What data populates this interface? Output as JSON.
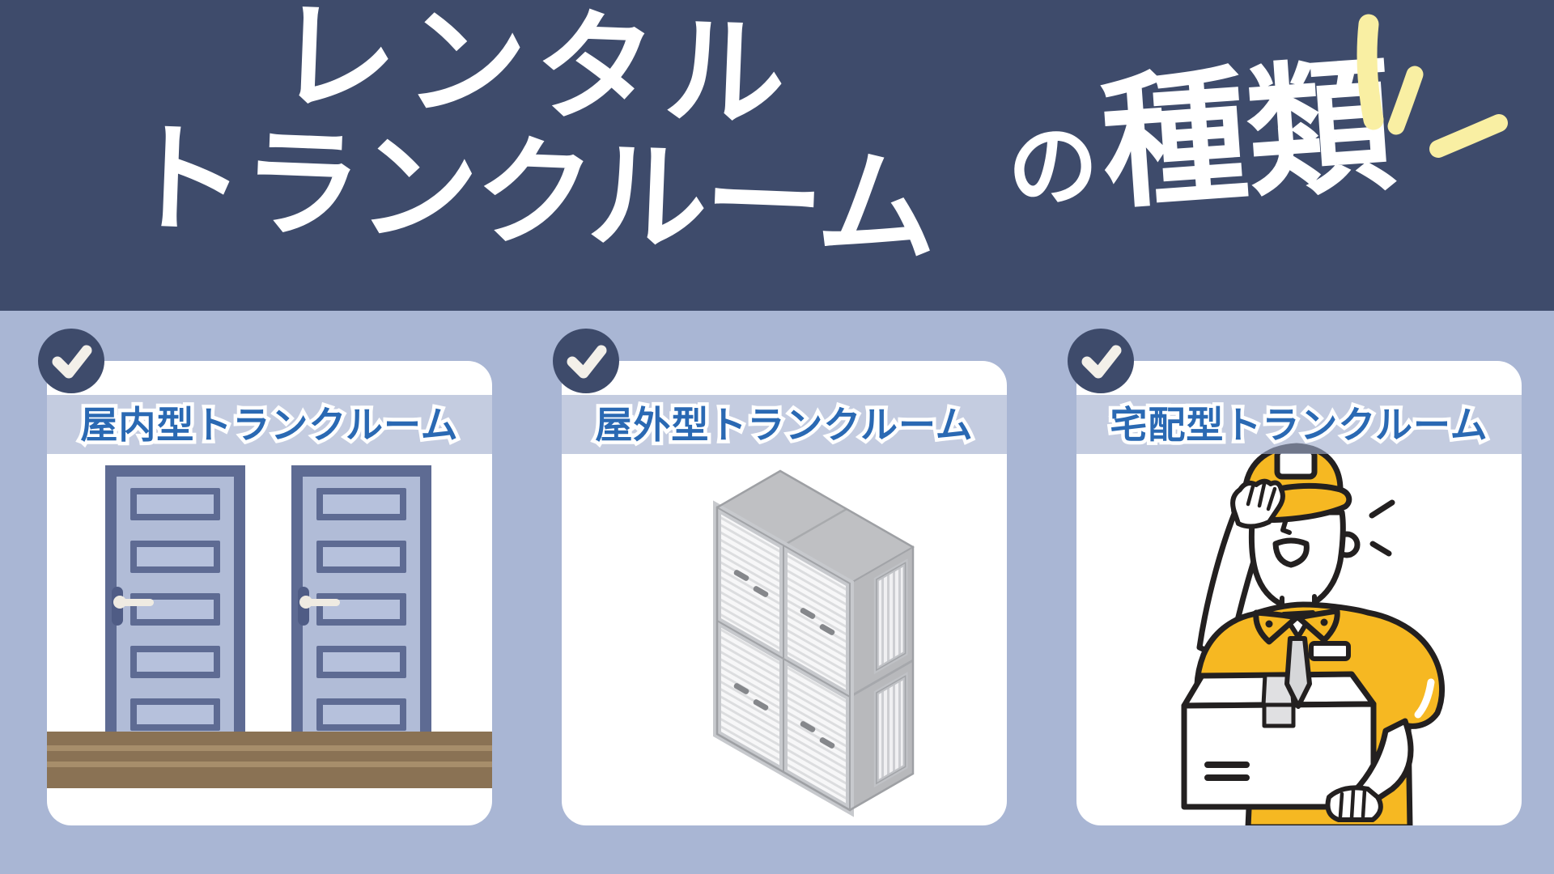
{
  "header": {
    "title_line1": "レンタル",
    "title_line2": "トランクルーム",
    "suffix_particle": "の",
    "suffix_word": "種類"
  },
  "cards": [
    {
      "label": "屋内型トランクルーム",
      "illustration": "two-indoor-storage-doors-on-wood-floor"
    },
    {
      "label": "屋外型トランクルーム",
      "illustration": "outdoor-storage-containers-isometric-stack"
    },
    {
      "label": "宅配型トランクルーム",
      "illustration": "delivery-worker-holding-cardboard-box"
    }
  ],
  "icons": {
    "card_bullet": "check-circle",
    "header_accent": "sparkle-emphasis-strokes"
  },
  "colors": {
    "header_navy": "#3E4B6B",
    "background_periwinkle": "#A9B6D4",
    "card_white": "#FFFFFF",
    "banner_blue_gray": "#C4CCE0",
    "label_blue": "#2A69B3",
    "sparkle_yellow": "#F9EFA3",
    "uniform_yellow": "#F6B822",
    "door_frame": "#5E6B93",
    "door_panel": "#B1BCD7",
    "floor_brown": "#8A7254",
    "container_gray": "#BFC0C3",
    "check_white": "#F3F0E9"
  }
}
